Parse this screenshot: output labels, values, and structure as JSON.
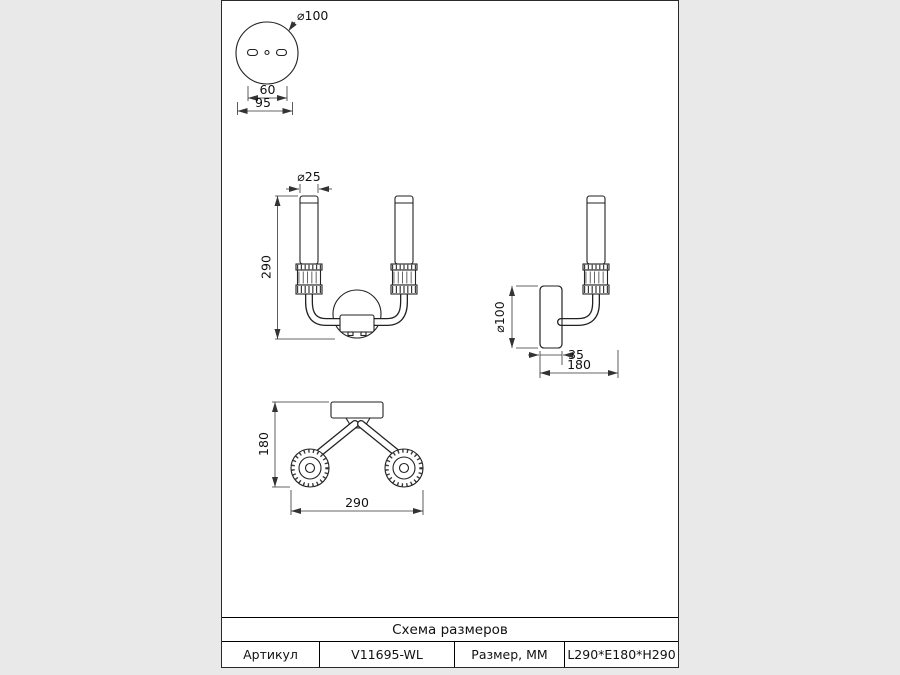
{
  "views": {
    "backplate": {
      "diameter": "⌀100",
      "hole_spacing": "60",
      "plate_width": "95"
    },
    "front": {
      "candle_diameter": "⌀25",
      "height": "290"
    },
    "side": {
      "plate_diameter": "⌀100",
      "plate_depth": "35",
      "depth": "180"
    },
    "top": {
      "depth": "180",
      "width": "290"
    }
  },
  "table": {
    "title": "Схема размеров",
    "article_label": "Артикул",
    "article_value": "V11695-WL",
    "size_label": "Размер, ММ",
    "size_value": "L290*E180*H290"
  }
}
